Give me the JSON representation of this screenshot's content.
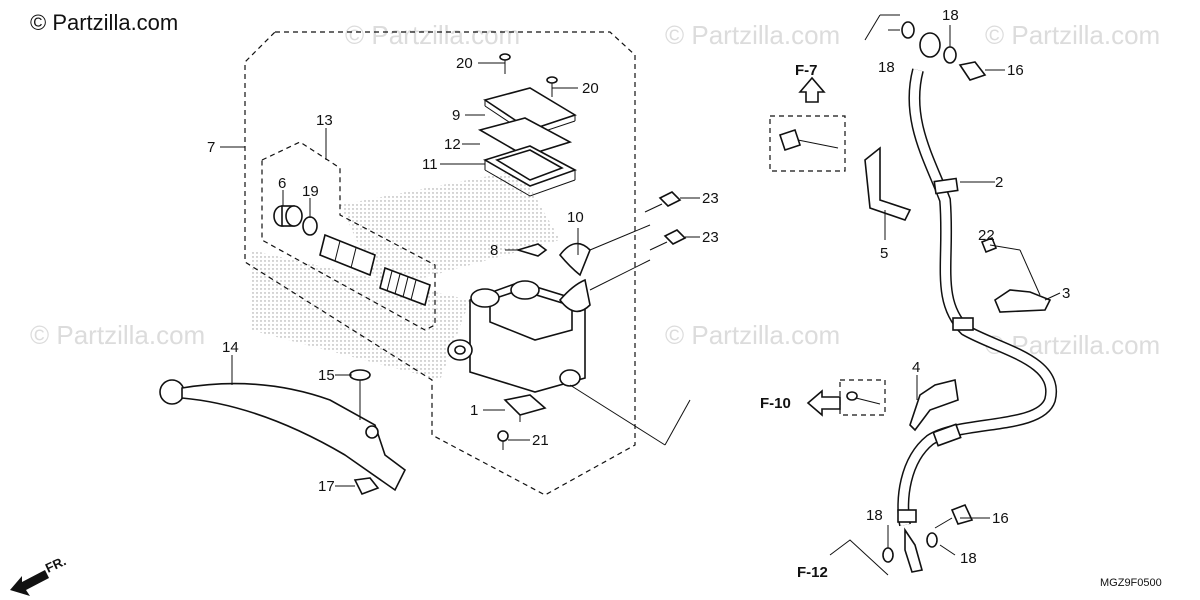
{
  "copyright": "© Partzilla.com",
  "watermark": "© Partzilla.com",
  "diagram_code": "MGZ9F0500",
  "front_indicator": "FR.",
  "references": {
    "f7": "F-7",
    "f10": "F-10",
    "f12": "F-12"
  },
  "callouts": {
    "c1": "1",
    "c2": "2",
    "c3": "3",
    "c4": "4",
    "c5": "5",
    "c6": "6",
    "c7": "7",
    "c8": "8",
    "c9": "9",
    "c10": "10",
    "c11": "11",
    "c12": "12",
    "c13": "13",
    "c14": "14",
    "c15": "15",
    "c16a": "16",
    "c16b": "16",
    "c17": "17",
    "c18a": "18",
    "c18b": "18",
    "c18c": "18",
    "c18d": "18",
    "c19": "19",
    "c20a": "20",
    "c20b": "20",
    "c21": "21",
    "c22": "22",
    "c23a": "23",
    "c23b": "23"
  }
}
